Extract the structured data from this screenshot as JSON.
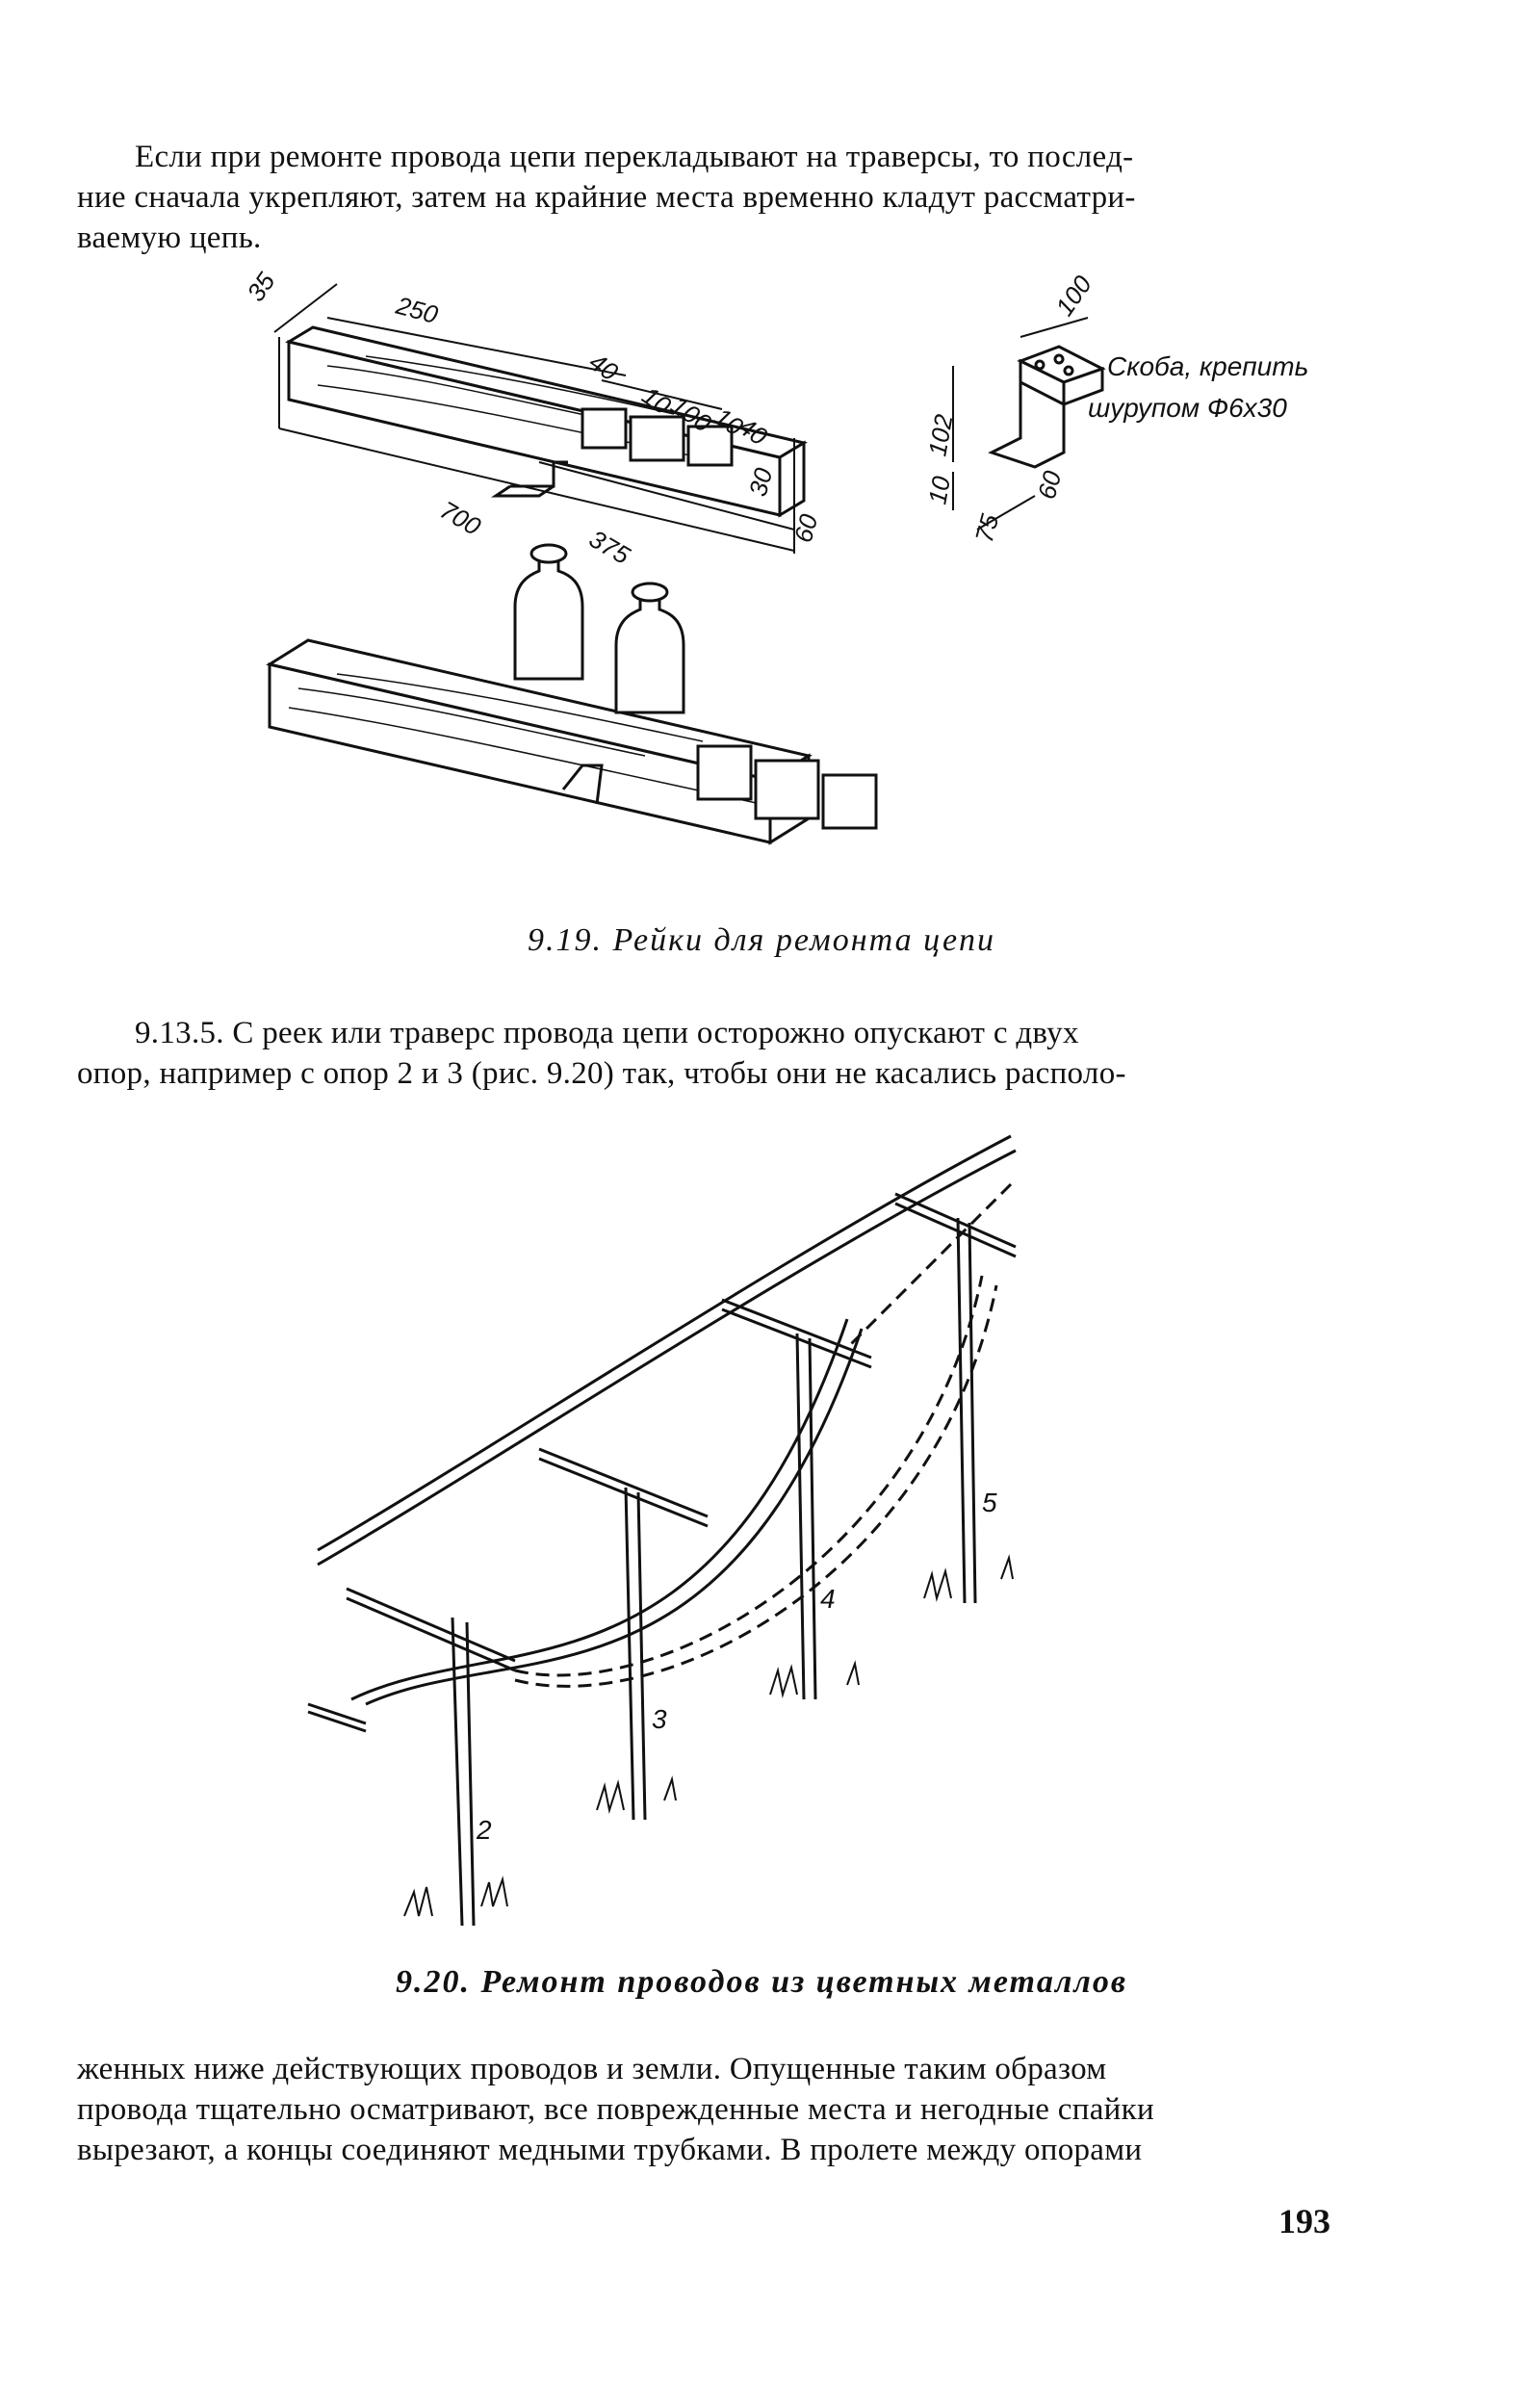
{
  "paragraphs": {
    "p1_line1": "Если при ремонте провода цепи перекладывают на траверсы, то послед-",
    "p1_line2": "ние сначала укрепляют, затем на крайние места временно кладут рассматри-",
    "p1_line3": "ваемую цепь.",
    "p2_line1": "9.13.5. С реек или траверс провода цепи осторожно опускают с двух",
    "p2_line2": "опор, например с опор 2 и 3 (рис. 9.20) так, чтобы они не касались располо-",
    "p3_line1": "женных ниже действующих проводов и земли. Опущенные таким образом",
    "p3_line2": "провода тщательно осматривают, все поврежденные места и негодные спайки",
    "p3_line3": "вырезают, а концы соединяют медными трубками. В пролете между опорами"
  },
  "figure1": {
    "caption": "9.19. Рейки для ремонта цепи",
    "dimensions": {
      "d35": "35",
      "d250": "250",
      "d40a": "40",
      "d10a": "10",
      "d100a": "100",
      "d10b": "10",
      "d40b": "40",
      "d30": "30",
      "d60a": "60",
      "d700": "700",
      "d375": "375",
      "d100b": "100",
      "d102": "102",
      "d10c": "10",
      "d60b": "60",
      "d75": "75"
    },
    "note_line1": "Скоба, крепить",
    "note_line2": "шурупом Ф6х30"
  },
  "figure2": {
    "caption": "9.20. Ремонт проводов из цветных металлов",
    "pole_labels": [
      "2",
      "3",
      "4",
      "5"
    ]
  },
  "page_number": "193"
}
